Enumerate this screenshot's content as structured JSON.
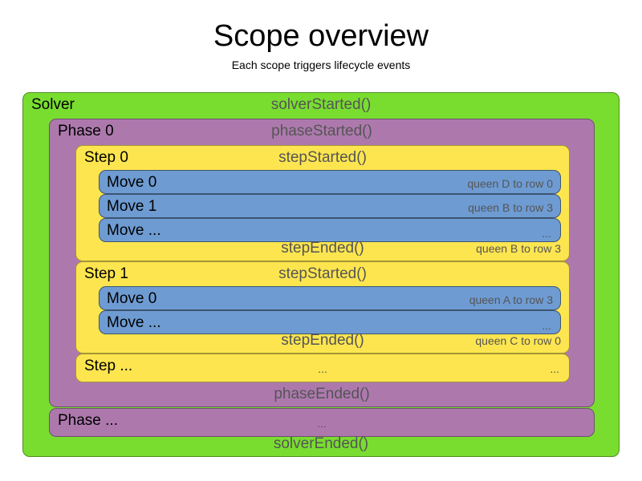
{
  "header": {
    "title": "Scope overview",
    "subtitle": "Each scope triggers lifecycle events"
  },
  "colors": {
    "solver": "#79DD30",
    "phase": "#AD79AD",
    "step": "#FCE54F",
    "move": "#6E9BD2",
    "event_text": "#555555",
    "label_text": "#000000",
    "background": "#FFFFFF"
  },
  "solver": {
    "label": "Solver",
    "started_event": "solverStarted()",
    "ended_event": "solverEnded()",
    "phases": [
      {
        "label": "Phase 0",
        "started_event": "phaseStarted()",
        "ended_event": "phaseEnded()",
        "steps": [
          {
            "label": "Step 0",
            "started_event": "stepStarted()",
            "ended_event": "stepEnded()",
            "ended_annotation": "queen B to row 3",
            "moves": [
              {
                "label": "Move 0",
                "annotation": "queen D to row 0"
              },
              {
                "label": "Move 1",
                "annotation": "queen B to row 3"
              },
              {
                "label": "Move ...",
                "annotation": "..."
              }
            ]
          },
          {
            "label": "Step 1",
            "started_event": "stepStarted()",
            "ended_event": "stepEnded()",
            "ended_annotation": "queen C to row 0",
            "moves": [
              {
                "label": "Move 0",
                "annotation": "queen A to row 3"
              },
              {
                "label": "Move ...",
                "annotation": "..."
              }
            ]
          }
        ],
        "step_ellipsis": {
          "label": "Step ...",
          "center_dots": "...",
          "right_dots": "..."
        }
      }
    ],
    "phase_ellipsis": {
      "label": "Phase ...",
      "center_dots": "..."
    }
  }
}
